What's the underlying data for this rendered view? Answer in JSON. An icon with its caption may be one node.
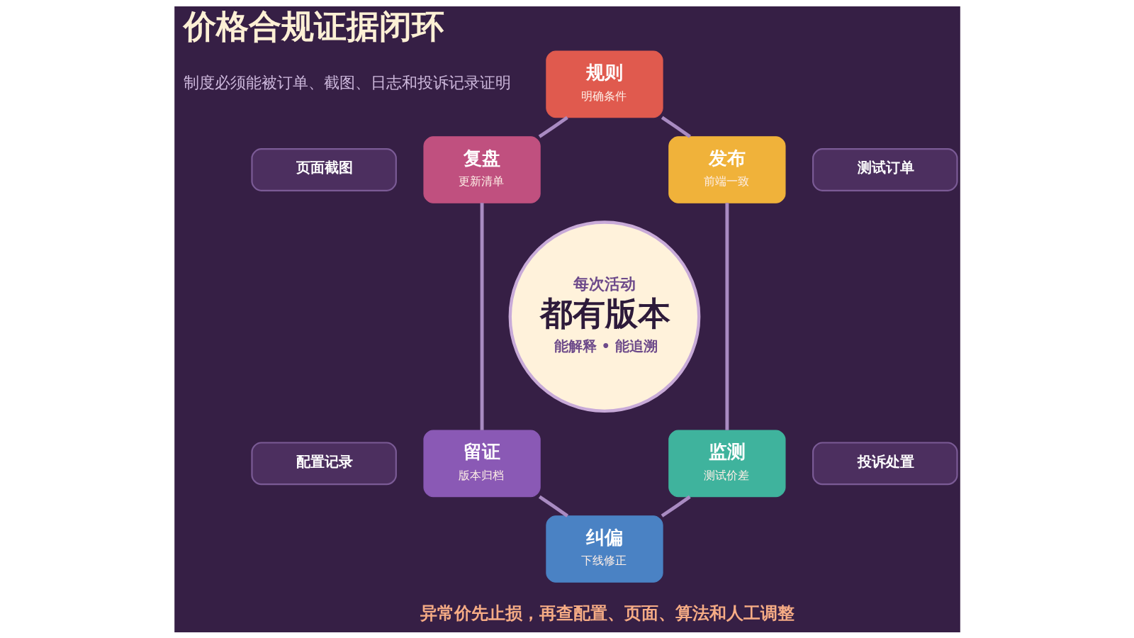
{
  "diagram": {
    "title": "价格合规证据闭环",
    "nodes": [
      {
        "text": [
          "规则",
          "明确条件"
        ]
      },
      {
        "text": [
          "页面截图"
        ]
      },
      {
        "text": [
          "复盘",
          "更新清单"
        ]
      },
      {
        "text": [
          "发布",
          "前端一致"
        ]
      },
      {
        "text": [
          "测试订单"
        ]
      },
      {
        "text": [
          "每次活动",
          "都有版本",
          "能解释 • 能追溯"
        ]
      },
      {
        "text": [
          "配置记录"
        ]
      },
      {
        "text": [
          "留证",
          "版本归档"
        ]
      },
      {
        "text": [
          "监测",
          "测试价差"
        ]
      },
      {
        "text": [
          "投诉处置"
        ]
      },
      {
        "text": [
          "纠偏",
          "下线修正"
        ]
      }
    ],
    "edges": [
      {
        "from": 0,
        "to": 3,
        "arrow": "none"
      },
      {
        "from": 3,
        "to": 8,
        "arrow": "none"
      },
      {
        "from": 8,
        "to": 10,
        "arrow": "none"
      },
      {
        "from": 10,
        "to": 7,
        "arrow": "none"
      },
      {
        "from": 7,
        "to": 2,
        "arrow": "none"
      },
      {
        "from": 2,
        "to": 0,
        "arrow": "none"
      }
    ],
    "labels": [
      "制度必须能被订单、截图、日志和投诉记录证明",
      "异常价先止损，再查配置、页面、算法和人工调整"
    ]
  }
}
